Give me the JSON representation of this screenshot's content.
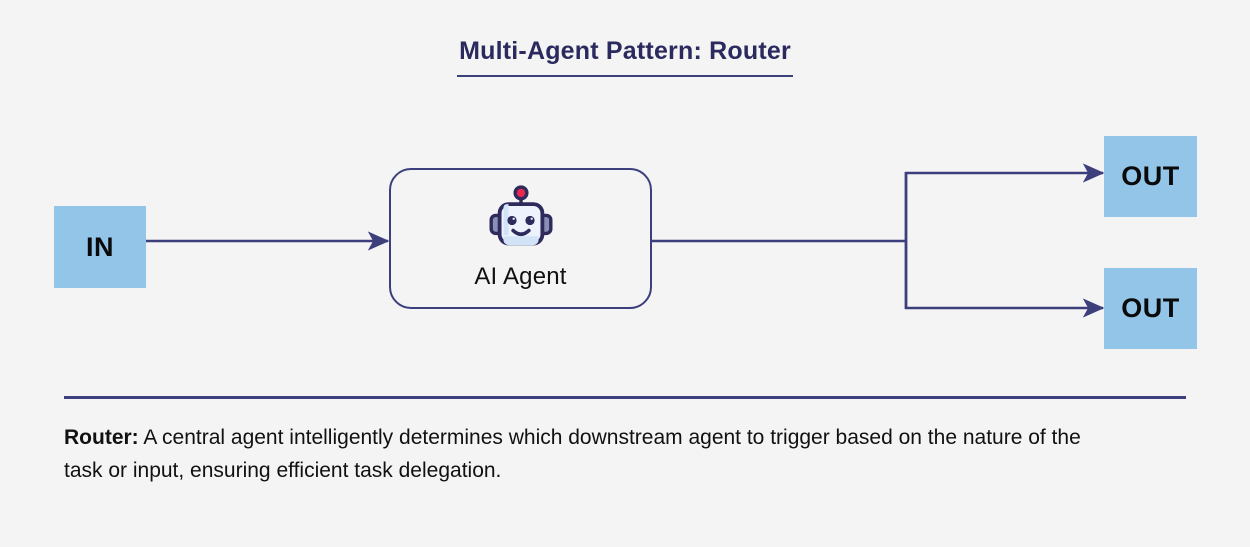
{
  "page": {
    "background_color": "#f4f4f4",
    "title": "Multi-Agent Pattern: Router",
    "title_color": "#2b2a5e",
    "accent_color": "#3d3f7d",
    "box_color": "#92c5e8"
  },
  "diagram": {
    "type": "flow",
    "input": {
      "label": "IN"
    },
    "agent": {
      "label": "AI Agent",
      "icon": "robot-icon",
      "icon_colors": {
        "outline": "#2e2a5c",
        "face": "#eef2fd",
        "face_shade": "#d3e3f7",
        "ear": "#8a90b5",
        "antenna_ball": "#e8284e"
      }
    },
    "outputs": [
      {
        "label": "OUT"
      },
      {
        "label": "OUT"
      }
    ],
    "connectors": [
      {
        "from": "IN",
        "to": "AI Agent",
        "style": "arrow"
      },
      {
        "from": "AI Agent",
        "to": "router-split",
        "style": "line"
      },
      {
        "from": "router-split",
        "to": "OUT-1",
        "style": "arrow"
      },
      {
        "from": "router-split",
        "to": "OUT-2",
        "style": "arrow"
      }
    ]
  },
  "footer": {
    "term": "Router:",
    "description": " A central agent intelligently determines which downstream agent to trigger based on the nature of the task or input, ensuring efficient task delegation."
  }
}
